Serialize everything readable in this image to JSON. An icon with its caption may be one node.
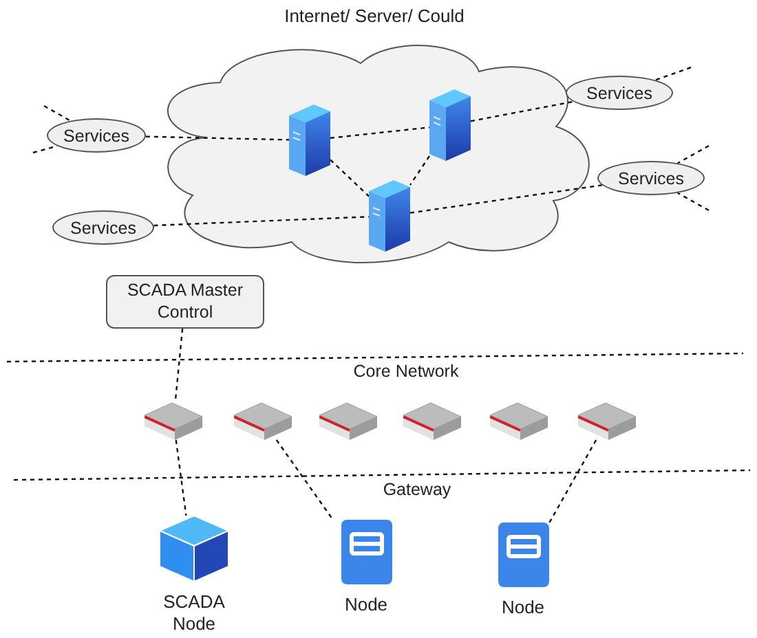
{
  "diagram": {
    "nodes": [
      {
        "text": [
          "Internet/ Server/ Could"
        ]
      },
      {
        "text": [
          "Services"
        ]
      },
      {
        "text": [
          "Services"
        ]
      },
      {
        "text": [
          "Services"
        ]
      },
      {
        "text": [
          "Services"
        ]
      },
      {
        "text": [],
        "shape": "picture",
        "in": 0
      },
      {
        "text": [],
        "shape": "picture",
        "in": 0
      },
      {
        "text": [],
        "shape": "picture",
        "in": 0
      },
      {
        "text": [
          "SCADA Master Control"
        ]
      },
      {
        "text": [],
        "shape": "picture"
      },
      {
        "text": [],
        "shape": "picture"
      },
      {
        "text": [],
        "shape": "picture"
      },
      {
        "text": [],
        "shape": "picture"
      },
      {
        "text": [],
        "shape": "picture"
      },
      {
        "text": [],
        "shape": "picture"
      },
      {
        "text": [
          "SCADA Node"
        ]
      },
      {
        "text": [
          "Node"
        ]
      },
      {
        "text": [
          "Node"
        ]
      }
    ],
    "edges": [
      {
        "from": 1,
        "to": 5,
        "arrow": "none",
        "style": "dashed"
      },
      {
        "from": 5,
        "to": 6,
        "arrow": "none",
        "style": "dashed"
      },
      {
        "from": 6,
        "to": 2,
        "arrow": "none",
        "style": "dashed"
      },
      {
        "from": 5,
        "to": 7,
        "arrow": "none",
        "style": "dashed"
      },
      {
        "from": 6,
        "to": 7,
        "arrow": "none",
        "style": "dashed"
      },
      {
        "from": 7,
        "to": 3,
        "arrow": "none",
        "style": "dashed"
      },
      {
        "from": 4,
        "to": 7,
        "arrow": "none",
        "style": "dashed"
      },
      {
        "from": 8,
        "to": 9,
        "arrow": "none",
        "style": "dashed"
      },
      {
        "from": 9,
        "to": 15,
        "arrow": "none",
        "style": "dashed"
      },
      {
        "from": 10,
        "to": 16,
        "arrow": "none",
        "style": "dashed"
      },
      {
        "from": 14,
        "to": 17,
        "arrow": "none",
        "style": "dashed"
      },
      {
        "from": null,
        "to": 1,
        "arrow": "none",
        "style": "dashed"
      },
      {
        "from": null,
        "to": 1,
        "arrow": "none",
        "style": "dashed"
      },
      {
        "from": null,
        "to": 2,
        "arrow": "none",
        "style": "dashed"
      },
      {
        "from": null,
        "to": 3,
        "arrow": "none",
        "style": "dashed"
      },
      {
        "from": null,
        "to": 3,
        "arrow": "none",
        "style": "dashed"
      }
    ],
    "labels": [
      "Core Network",
      "Gateway"
    ]
  }
}
